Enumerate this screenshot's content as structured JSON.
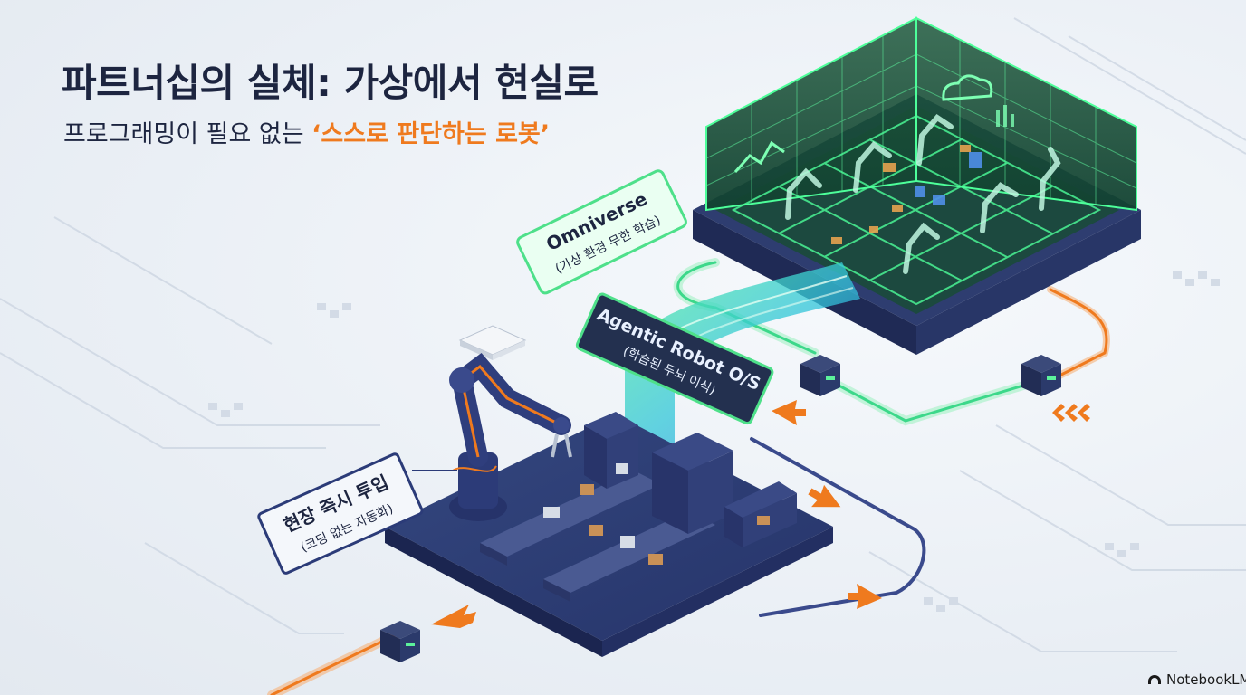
{
  "title": "파트너십의 실체: 가상에서 현실로",
  "subtitle": {
    "prefix": "프로그래밍이 필요 없는 ",
    "highlight": "‘스스로 판단하는 로봇’"
  },
  "callouts": {
    "omniverse": {
      "name": "Omniverse",
      "sub": "(가상 환경 무한 학습)"
    },
    "agentic": {
      "name": "Agentic Robot O/S",
      "sub": "(학습된 두뇌 이식)"
    },
    "field": {
      "name": "현장 즉시 투입",
      "sub": "(코딩 없는 자동화)"
    }
  },
  "branding": {
    "logo_text": "NotebookLM"
  },
  "colors": {
    "navy": "#1d2540",
    "accent_orange": "#ef7a1e",
    "hologram_green": "#3ddc84",
    "platform_navy": "#2b3b78"
  },
  "icons": [
    "robot-arm-icon",
    "conveyor-icon",
    "chip-icon",
    "arrow-icon",
    "cloud-icon",
    "notebook-logo-icon"
  ]
}
